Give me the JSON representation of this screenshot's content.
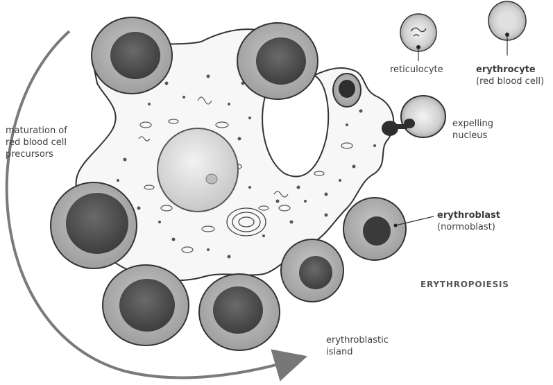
{
  "labels": {
    "maturation": [
      "maturation of",
      "red blood cell",
      "precursors"
    ],
    "reticulocyte": "reticulocyte",
    "erythrocyte": "erythrocyte",
    "erythrocyte_sub": "(red blood cell)",
    "expelling": [
      "expelling",
      "nucleus"
    ],
    "erythroblast": "erythroblast",
    "erythroblast_sub": "(normoblast)",
    "island": [
      "erythroblastic",
      "island"
    ],
    "title": "ERYTHROPOIESIS"
  }
}
